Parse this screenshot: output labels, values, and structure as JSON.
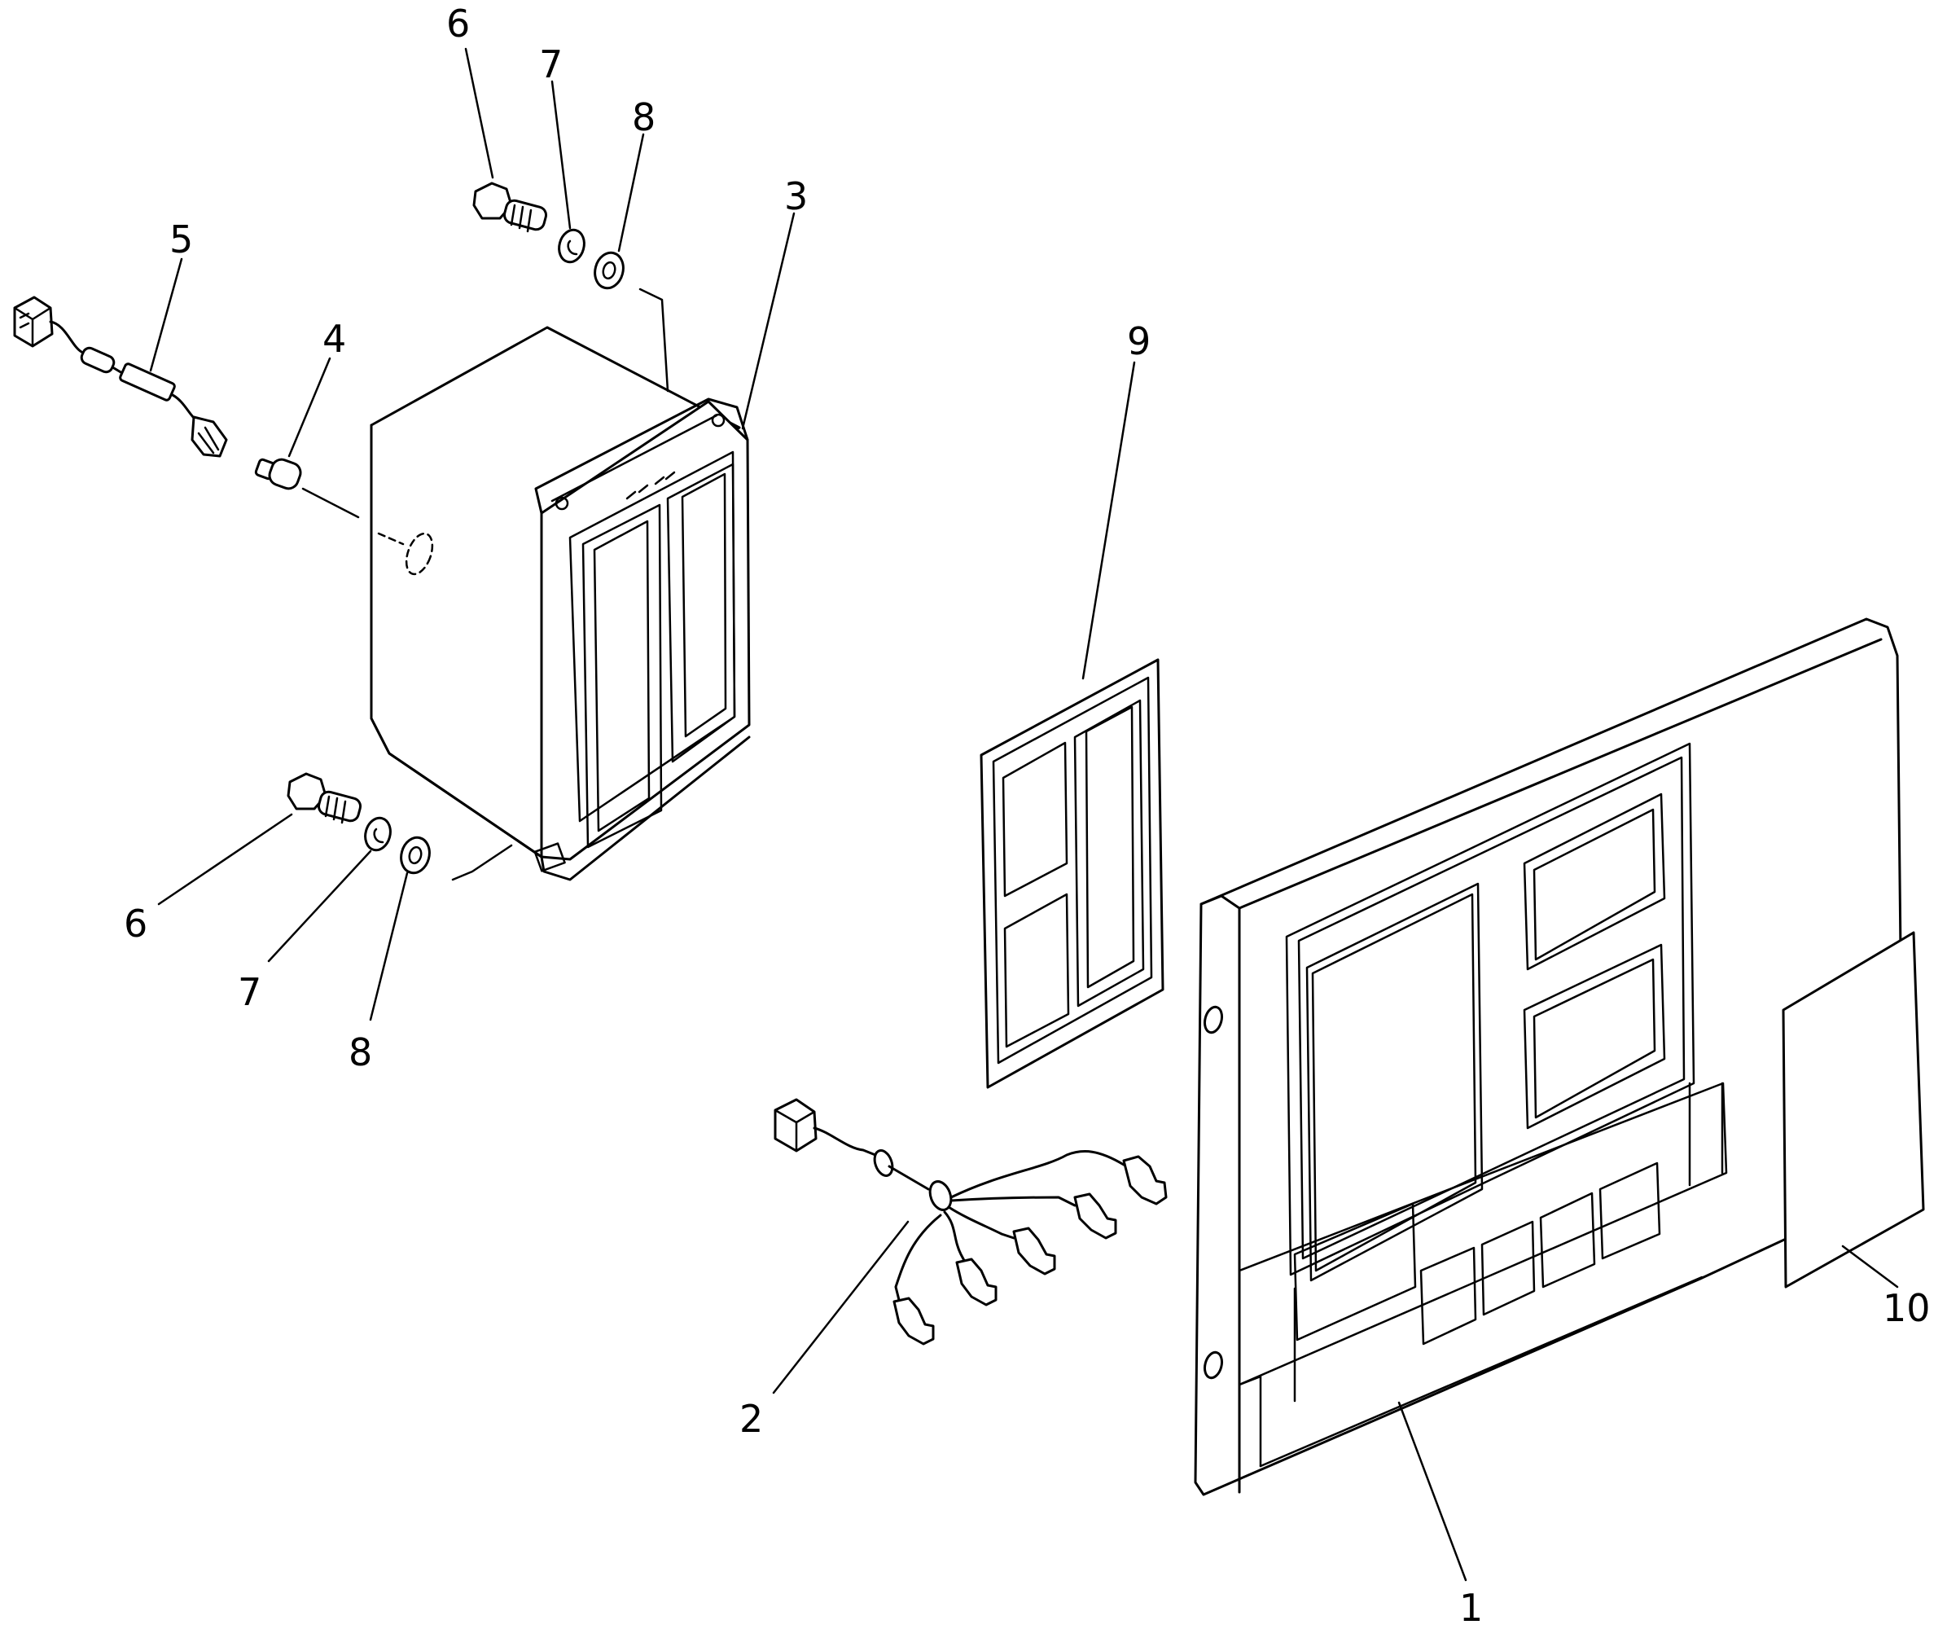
{
  "callouts": {
    "c1": "1",
    "c2": "2",
    "c3": "3",
    "c4": "4",
    "c5": "5",
    "c6a": "6",
    "c6b": "6",
    "c7a": "7",
    "c7b": "7",
    "c8a": "8",
    "c8b": "8",
    "c9": "9",
    "c10": "10"
  }
}
